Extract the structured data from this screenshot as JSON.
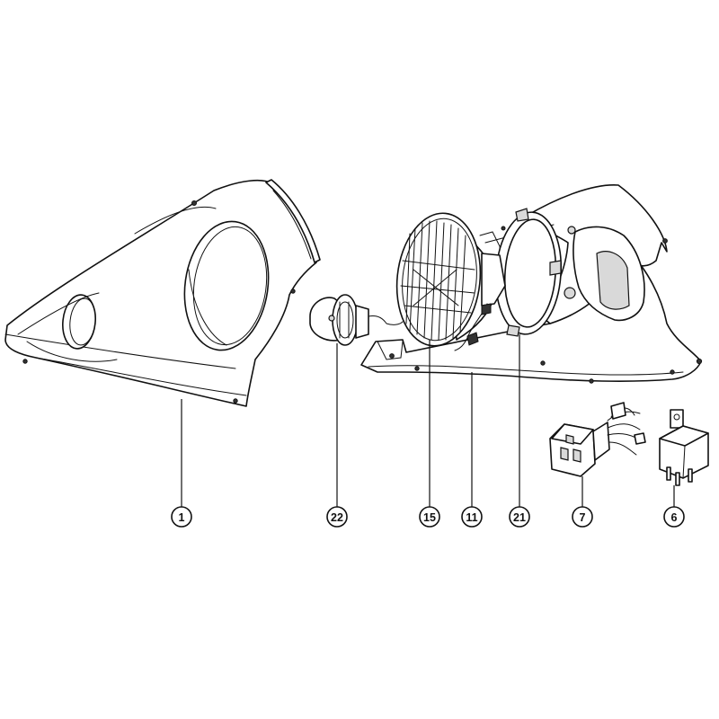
{
  "callouts": [
    {
      "id": "c1",
      "label": "1"
    },
    {
      "id": "c22",
      "label": "22"
    },
    {
      "id": "c15",
      "label": "15"
    },
    {
      "id": "c11",
      "label": "11"
    },
    {
      "id": "c21",
      "label": "21"
    },
    {
      "id": "c7",
      "label": "7"
    },
    {
      "id": "c6",
      "label": "6"
    }
  ],
  "colors": {
    "line": "#111111",
    "background": "#ffffff",
    "shade": "#d9d9d9"
  }
}
